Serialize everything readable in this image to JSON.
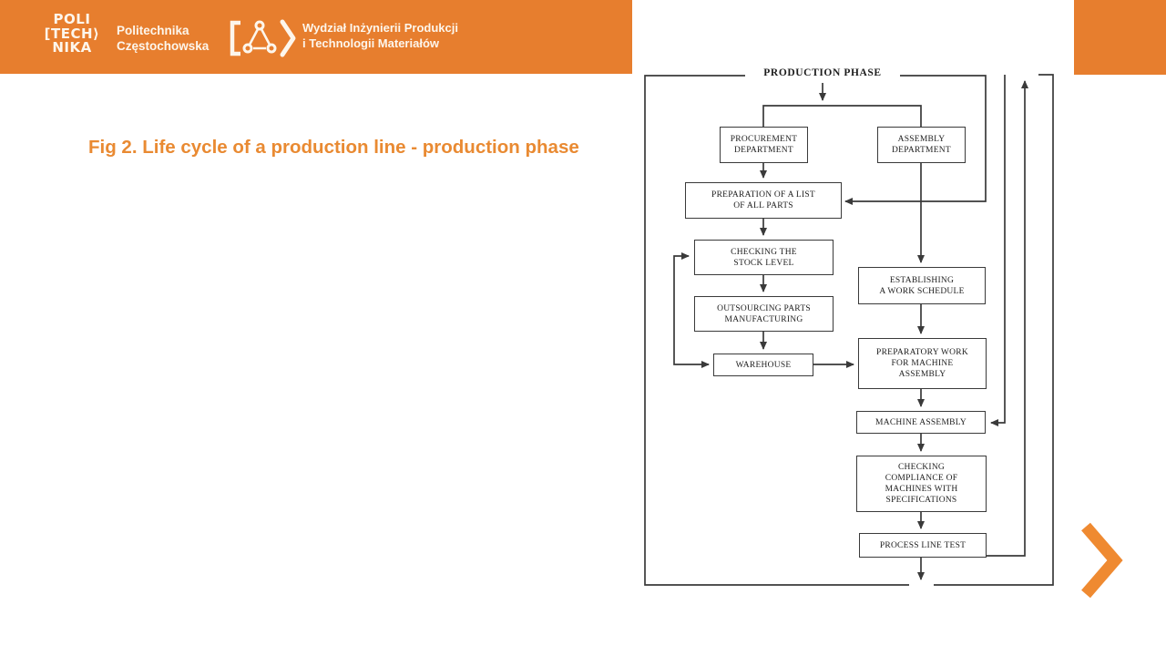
{
  "slide": {
    "caption": "Fig 2. Life cycle of a production line - production phase"
  },
  "header": {
    "logo_lines": "POLI\n[TECH⟩\nNIKA",
    "university_name_line1": "Politechnika",
    "university_name_line2": "Częstochowska",
    "faculty_icon": "bracket-triangle-network-icon",
    "faculty_name_line1": "Wydział Inżynierii Produkcji",
    "faculty_name_line2": "i Technologii Materiałów"
  },
  "colors": {
    "brand_orange": "#E77E2E",
    "caption_orange": "#E98A32",
    "diagram_line": "#3A3A3A"
  },
  "diagram": {
    "title": "PRODUCTION PHASE",
    "nodes": [
      {
        "id": "procurement-department",
        "label": "PROCUREMENT\nDEPARTMENT"
      },
      {
        "id": "assembly-department",
        "label": "ASSEMBLY\nDEPARTMENT"
      },
      {
        "id": "preparation-of-a-list-of-all-parts",
        "label": "PREPARATION OF A LIST\nOF ALL PARTS"
      },
      {
        "id": "checking-the-stock-level",
        "label": "CHECKING THE\nSTOCK LEVEL"
      },
      {
        "id": "establishing-a-work-schedule",
        "label": "ESTABLISHING\nA WORK SCHEDULE"
      },
      {
        "id": "outsourcing-parts-manufacturing",
        "label": "OUTSOURCING PARTS\nMANUFACTURING"
      },
      {
        "id": "warehouse",
        "label": "WAREHOUSE"
      },
      {
        "id": "preparatory-work-for-machine-assembly",
        "label": "PREPARATORY WORK\nFOR MACHINE\nASSEMBLY"
      },
      {
        "id": "machine-assembly",
        "label": "MACHINE ASSEMBLY"
      },
      {
        "id": "checking-compliance-of-machines-with-specifications",
        "label": "CHECKING\nCOMPLIANCE OF\nMACHINES WITH\nSPECIFICATIONS"
      },
      {
        "id": "process-line-test",
        "label": "PROCESS LINE TEST"
      }
    ],
    "edges": [
      {
        "from": "production-phase",
        "to": "procurement-department"
      },
      {
        "from": "production-phase",
        "to": "assembly-department"
      },
      {
        "from": "procurement-department",
        "to": "preparation-of-a-list-of-all-parts"
      },
      {
        "from": "production-phase",
        "to": "preparation-of-a-list-of-all-parts"
      },
      {
        "from": "preparation-of-a-list-of-all-parts",
        "to": "checking-the-stock-level"
      },
      {
        "from": "checking-the-stock-level",
        "to": "outsourcing-parts-manufacturing"
      },
      {
        "from": "outsourcing-parts-manufacturing",
        "to": "warehouse"
      },
      {
        "from": "warehouse",
        "to": "checking-the-stock-level"
      },
      {
        "from": "checking-the-stock-level",
        "to": "warehouse"
      },
      {
        "from": "warehouse",
        "to": "preparatory-work-for-machine-assembly"
      },
      {
        "from": "assembly-department",
        "to": "establishing-a-work-schedule"
      },
      {
        "from": "establishing-a-work-schedule",
        "to": "preparatory-work-for-machine-assembly"
      },
      {
        "from": "preparatory-work-for-machine-assembly",
        "to": "machine-assembly"
      },
      {
        "from": "production-phase",
        "to": "machine-assembly"
      },
      {
        "from": "machine-assembly",
        "to": "checking-compliance-of-machines-with-specifications"
      },
      {
        "from": "checking-compliance-of-machines-with-specifications",
        "to": "process-line-test"
      },
      {
        "from": "process-line-test",
        "to": "production-phase"
      },
      {
        "from": "process-line-test",
        "to": "exit-bottom"
      }
    ]
  }
}
